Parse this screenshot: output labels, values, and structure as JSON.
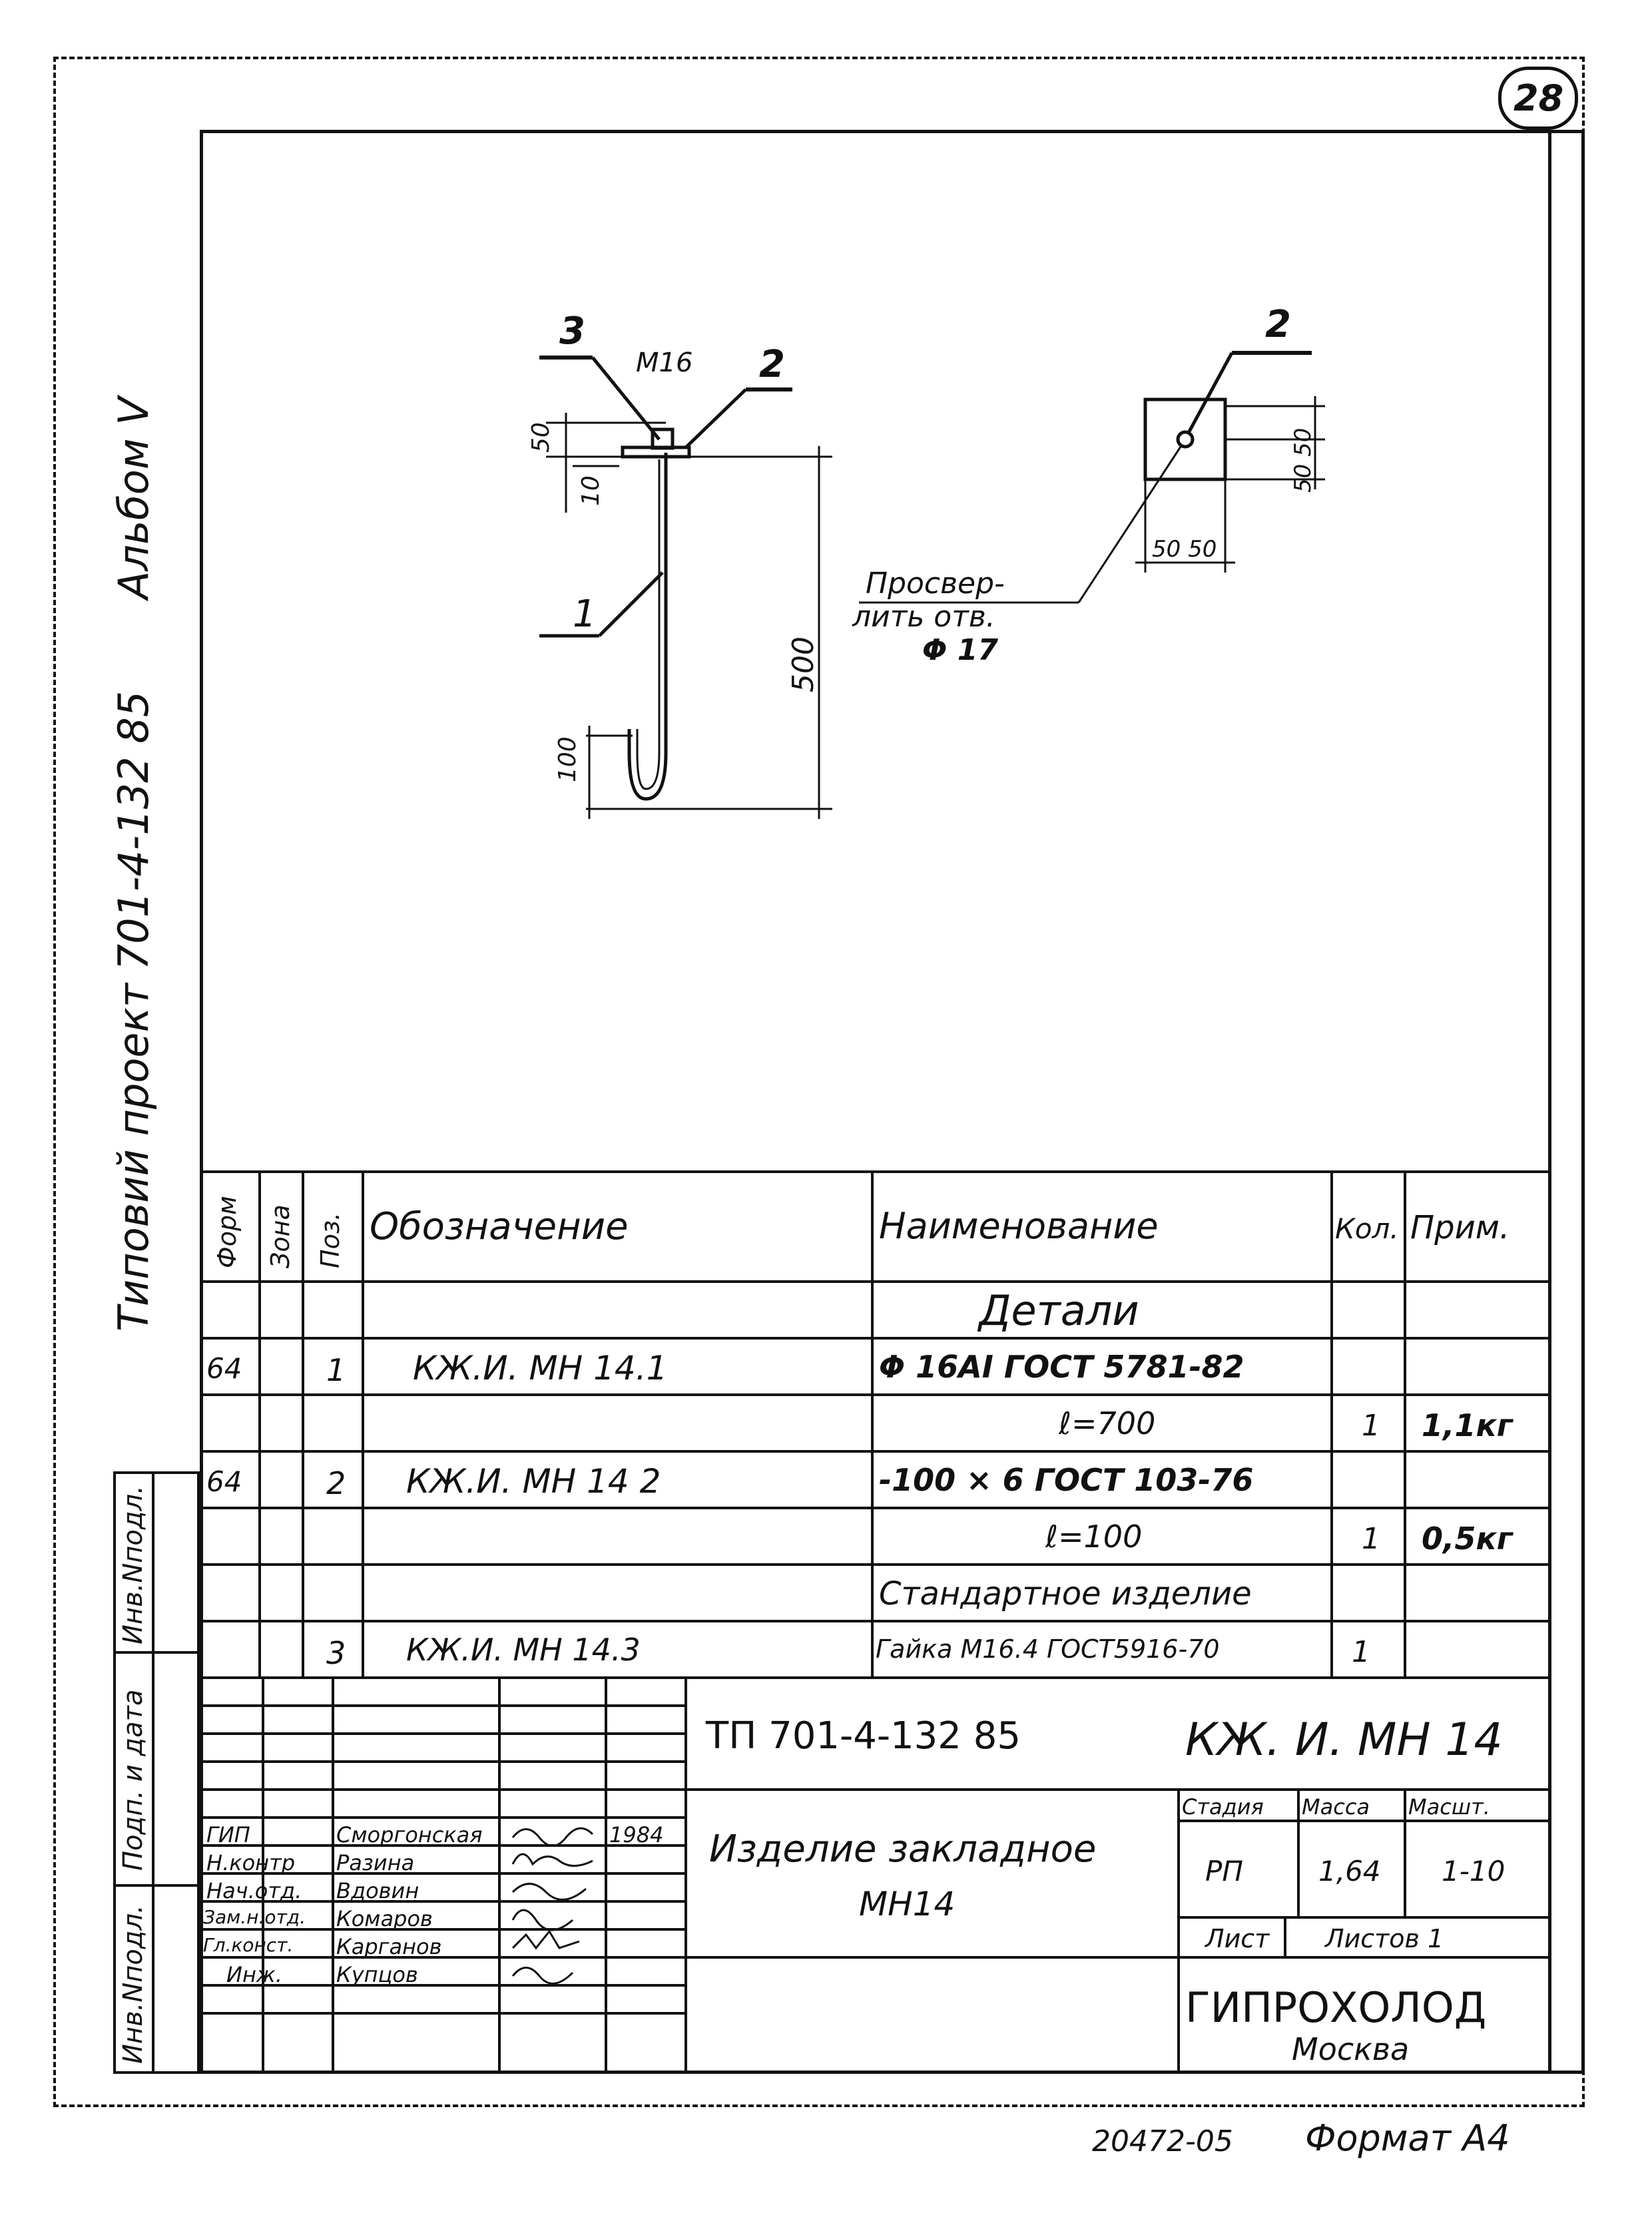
{
  "sheet_badge": "28",
  "side_album": "Альбом V",
  "side_project": "Типовий проект 701-4-132 85",
  "side_stamps": [
    "Инв.Nподл.",
    "Подп. и дата",
    "Инв.Nподл."
  ],
  "drawing": {
    "callouts": {
      "c3": "3",
      "c2a": "2",
      "c1": "1",
      "c2b": "2"
    },
    "thread": "М16",
    "dims": {
      "d50": "50",
      "d10": "10",
      "d500": "500",
      "d100": "100",
      "plate_h": "50 50",
      "plate_w": "50 50"
    },
    "note_line1": "Просвер-",
    "note_line2": "лить отв.",
    "note_line3": "Φ 17"
  },
  "spec": {
    "headers": {
      "format": "Форм",
      "zone": "Зона",
      "pos": "Поз.",
      "designation": "Обозначение",
      "name": "Наименование",
      "qty": "Кол.",
      "note": "Прим."
    },
    "section": "Детали",
    "rows": [
      {
        "format": "64",
        "pos": "1",
        "designation": "КЖ.И. МН 14.1",
        "name": "Φ 16АⅠ ГОСТ 5781-82",
        "qty": "",
        "note": ""
      },
      {
        "format": "",
        "pos": "",
        "designation": "",
        "name": "ℓ=700",
        "qty": "1",
        "note": "1,1кг"
      },
      {
        "format": "64",
        "pos": "2",
        "designation": "КЖ.И. МН 14 2",
        "name": "-100 × 6 ГОСТ 103-76",
        "qty": "",
        "note": ""
      },
      {
        "format": "",
        "pos": "",
        "designation": "",
        "name": "ℓ=100",
        "qty": "1",
        "note": "0,5кг"
      },
      {
        "format": "",
        "pos": "",
        "designation": "",
        "name": "Стандартное изделие",
        "qty": "",
        "note": ""
      },
      {
        "format": "",
        "pos": "3",
        "designation": "КЖ.И. МН 14.3",
        "name": "Гайка М16.4 ГОСТ5916-70",
        "qty": "1",
        "note": ""
      }
    ]
  },
  "title_block": {
    "project_code": "ТП 701-4-132 85",
    "doc_code": "КЖ. И. МН 14",
    "title_line1": "Изделие закладное",
    "title_line2": "МН14",
    "stage_label": "Стадия",
    "mass_label": "Масса",
    "scale_label": "Масшт.",
    "stage": "РП",
    "mass": "1,64",
    "scale": "1-10",
    "sheet_label": "Лист",
    "sheets_label": "Листов 1",
    "org": "ГИПРОХОЛОД",
    "city": "Москва",
    "signatures": [
      {
        "role": "ГИП",
        "name": "Сморгонская",
        "date": "1984"
      },
      {
        "role": "Н.контр",
        "name": "Разина",
        "date": ""
      },
      {
        "role": "Нач.отд.",
        "name": "Вдовин",
        "date": ""
      },
      {
        "role": "Зам.н.отд.",
        "name": "Комаров",
        "date": ""
      },
      {
        "role": "Гл.конст.",
        "name": "Карганов",
        "date": ""
      },
      {
        "role": "Инж.",
        "name": "Купцов",
        "date": ""
      }
    ]
  },
  "footer": {
    "inv": "20472-05",
    "format": "Формат А4"
  }
}
